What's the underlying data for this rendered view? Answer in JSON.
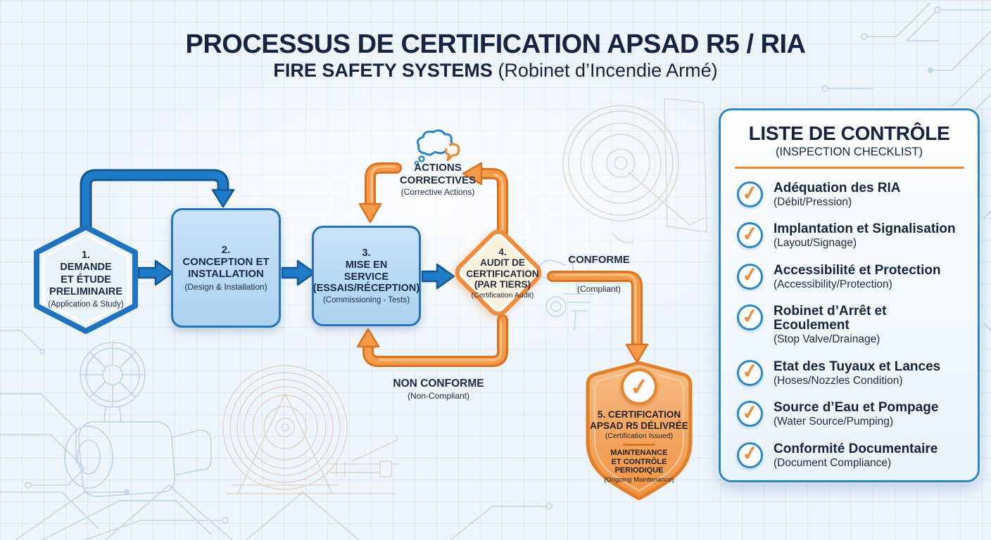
{
  "header": {
    "title": "PROCESSUS DE CERTIFICATION APSAD R5 / RIA",
    "subtitle_bold": "FIRE SAFETY SYSTEMS",
    "subtitle_plain": " (Robinet d’Incendie Armé)"
  },
  "steps": {
    "s1": {
      "title": "1.\nDEMANDE\nET ÉTUDE\nPRELIMINAIRE",
      "sub": "(Application & Study)"
    },
    "s2": {
      "title": "2.\nCONCEPTION ET\nINSTALLATION",
      "sub": "(Design & Installation)"
    },
    "s3": {
      "title": "3.\nMISE EN\nSERVICE\n(ESSAIS/RÉCEPTION)",
      "sub": "(Commissioning - Tests)"
    },
    "s4": {
      "title": "4.\nAUDIT DE\nCERTIFICATION\n(PAR TIERS)",
      "sub": "(Certification Audit)"
    },
    "s5": {
      "title": "5. CERTIFICATION\nAPSAD R5 DÉLIVRÉE",
      "sub": "(Certification Issued)",
      "maintenance": "MAINTENANCE\nET CONTRÔLE\nPERIODIQUE",
      "maintenance_sub": "(Ongoing Maintenance)"
    }
  },
  "labels": {
    "actions": "ACTIONS\nCORRECTIVES",
    "actions_sub": "(Corrective Actions)",
    "conforme": "CONFORME",
    "conforme_sub": "(Compliant)",
    "non_conforme": "NON CONFORME",
    "non_conforme_sub": "(Non-Compliant)"
  },
  "checklist": {
    "title": "LISTE DE CONTRÔLE",
    "subtitle": "(INSPECTION CHECKLIST)",
    "items": [
      {
        "name": "Adéquation des RIA",
        "sub": "(Débit/Pression)"
      },
      {
        "name": "Implantation et Signalisation",
        "sub": "(Layout/Signage)"
      },
      {
        "name": "Accessibilité et Protection",
        "sub": "(Accessibility/Protection)"
      },
      {
        "name": "Robinet d’Arrêt et Ecoulement",
        "sub": "(Stop Valve/Drainage)"
      },
      {
        "name": "Etat des Tuyaux et Lances",
        "sub": "(Hoses/Nozzles Condition)"
      },
      {
        "name": "Source d’Eau et Pompage",
        "sub": "(Water Source/Pumping)"
      },
      {
        "name": "Conformité Documentaire",
        "sub": "(Document Compliance)"
      }
    ]
  },
  "icons": {
    "check": "✓"
  },
  "colors": {
    "blue_arrow": "#1f7cc9",
    "blue_border": "#2a72b8",
    "orange": "#f0883a",
    "orange_dark": "#d9731f",
    "navy_text": "#16294a",
    "panel_border": "#2e86c8",
    "box_fill": "#b7d9f3",
    "diamond_fill": "#fcf0df"
  }
}
